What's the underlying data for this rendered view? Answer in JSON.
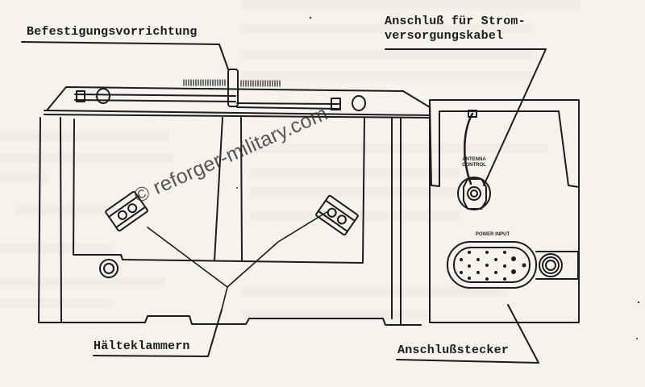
{
  "labels": {
    "mounting_device": "Befestigungsvorrichtung",
    "power_cable_connector_line1": "Anschluß für Strom-",
    "power_cable_connector_line2": "versorgungskabel",
    "retaining_clamps": "Hälteklammern",
    "connector_plug": "Anschlußstecker"
  },
  "panel_markings": {
    "antenna_control_line1": "ANTENNA",
    "antenna_control_line2": "CONTROL",
    "power_input": "POWER INPUT"
  },
  "watermark": "© reforger-military.com",
  "colors": {
    "paper": "#f6f3ea",
    "ink": "#1c1c1c",
    "ghost_text": "#e4e0d6"
  }
}
